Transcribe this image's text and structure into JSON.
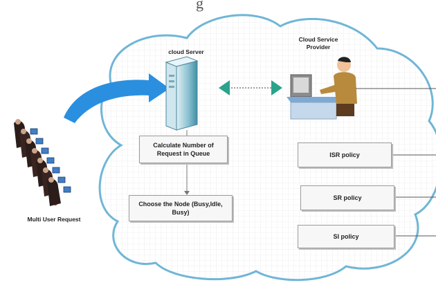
{
  "title_fragment": "g",
  "labels": {
    "cloud_server": "cloud Server",
    "cloud_service_provider": "Cloud Service\nProvider",
    "multi_user_request": "Multi User Request"
  },
  "boxes": {
    "calculate": "Calculate Number of\nRequest in Queue",
    "choose_node": "Choose the Node (Busy,Idle,\nBusy)",
    "isr_policy": "ISR policy",
    "sr_policy": "SR policy",
    "si_policy": "SI policy"
  },
  "colors": {
    "cloud_stroke": "#6fb6d6",
    "arrow_blue": "#2b8fe0",
    "arrow_teal": "#2aa38c",
    "person_shirt": "#b88a3e"
  }
}
